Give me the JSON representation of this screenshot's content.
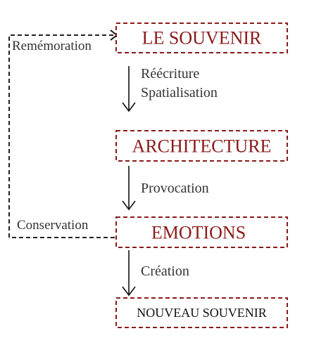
{
  "nodes": {
    "souvenir": {
      "label": "LE SOUVENIR"
    },
    "architecture": {
      "label": "ARCHITECTURE"
    },
    "emotions": {
      "label": "EMOTIONS"
    },
    "nouveau": {
      "label": "NOUVEAU SOUVENIR"
    }
  },
  "edges": {
    "rewrite": {
      "line1": "Réécriture",
      "line2": "Spatialisation"
    },
    "provocation": {
      "label": "Provocation"
    },
    "creation": {
      "label": "Création"
    },
    "rememoration": {
      "label": "Remémoration"
    },
    "conservation": {
      "label": "Conservation"
    }
  },
  "colors": {
    "node_border": "#8b1a1a",
    "node_text": "#8b1a1a",
    "final_text": "#111111",
    "arrow": "#111111",
    "edge_label": "#333333"
  }
}
